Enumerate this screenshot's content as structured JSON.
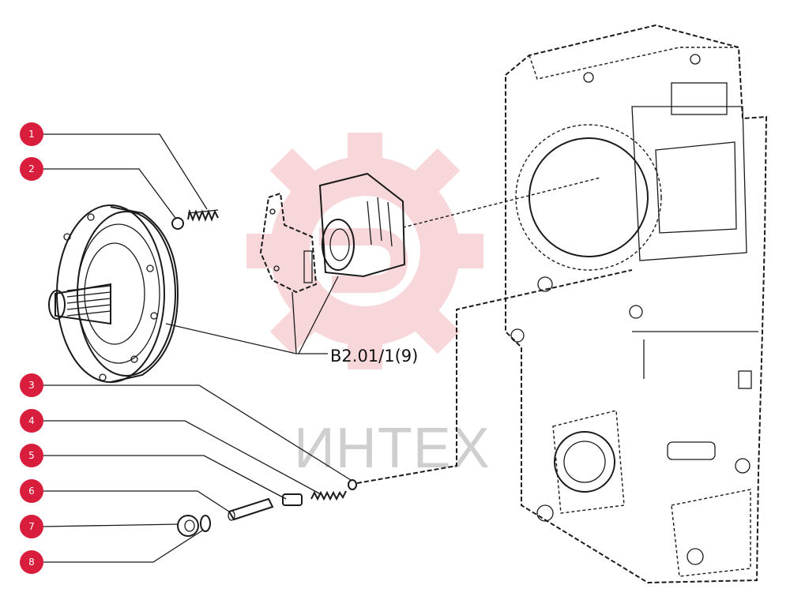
{
  "callouts": [
    {
      "number": "1",
      "part": "spring"
    },
    {
      "number": "2",
      "part": "ball"
    },
    {
      "number": "3",
      "part": "ball"
    },
    {
      "number": "4",
      "part": "spring"
    },
    {
      "number": "5",
      "part": "sleeve"
    },
    {
      "number": "6",
      "part": "pin"
    },
    {
      "number": "7",
      "part": "plug"
    },
    {
      "number": "8",
      "part": "o-ring"
    }
  ],
  "reference_label": "B2.01/1(9)",
  "watermark": {
    "text": "ИНТЕХ",
    "color": "#e8404a"
  },
  "colors": {
    "callout_fill": "#d81e3c",
    "ink": "#1a1a1a",
    "watermark_gear": "#f4b8bd"
  }
}
